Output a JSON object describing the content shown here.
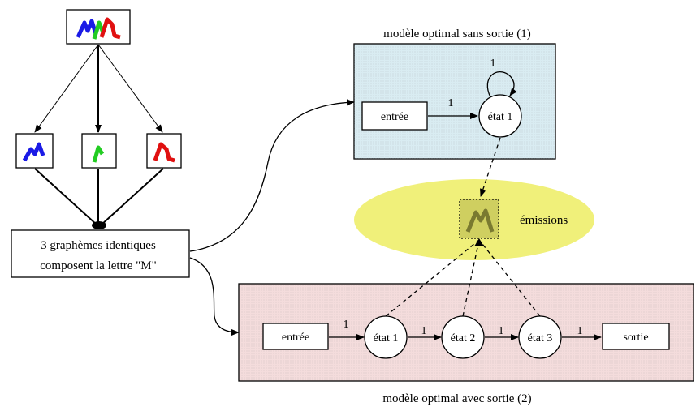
{
  "colors": {
    "panel1_bg": "#d9ecf2",
    "panel2_bg": "#f4dcdc",
    "emission_ellipse": "#f0f07a",
    "glyph_blue": "#1a1ae6",
    "glyph_green": "#22cc22",
    "glyph_red": "#e01010"
  },
  "left": {
    "caption_line1": "3 graphèmes identiques",
    "caption_line2": "composent la lettre \"M\""
  },
  "model1": {
    "title": "modèle optimal sans sortie (1)",
    "entree": "entrée",
    "state": "état 1",
    "edge_entree_state": "1",
    "self_loop": "1"
  },
  "emissions": {
    "label": "émissions"
  },
  "model2": {
    "title": "modèle optimal avec sortie (2)",
    "entree": "entrée",
    "state1": "état 1",
    "state2": "état 2",
    "state3": "état 3",
    "sortie": "sortie",
    "edge_entree_s1": "1",
    "edge_s1_s2": "1",
    "edge_s2_s3": "1",
    "edge_s3_sortie": "1"
  }
}
